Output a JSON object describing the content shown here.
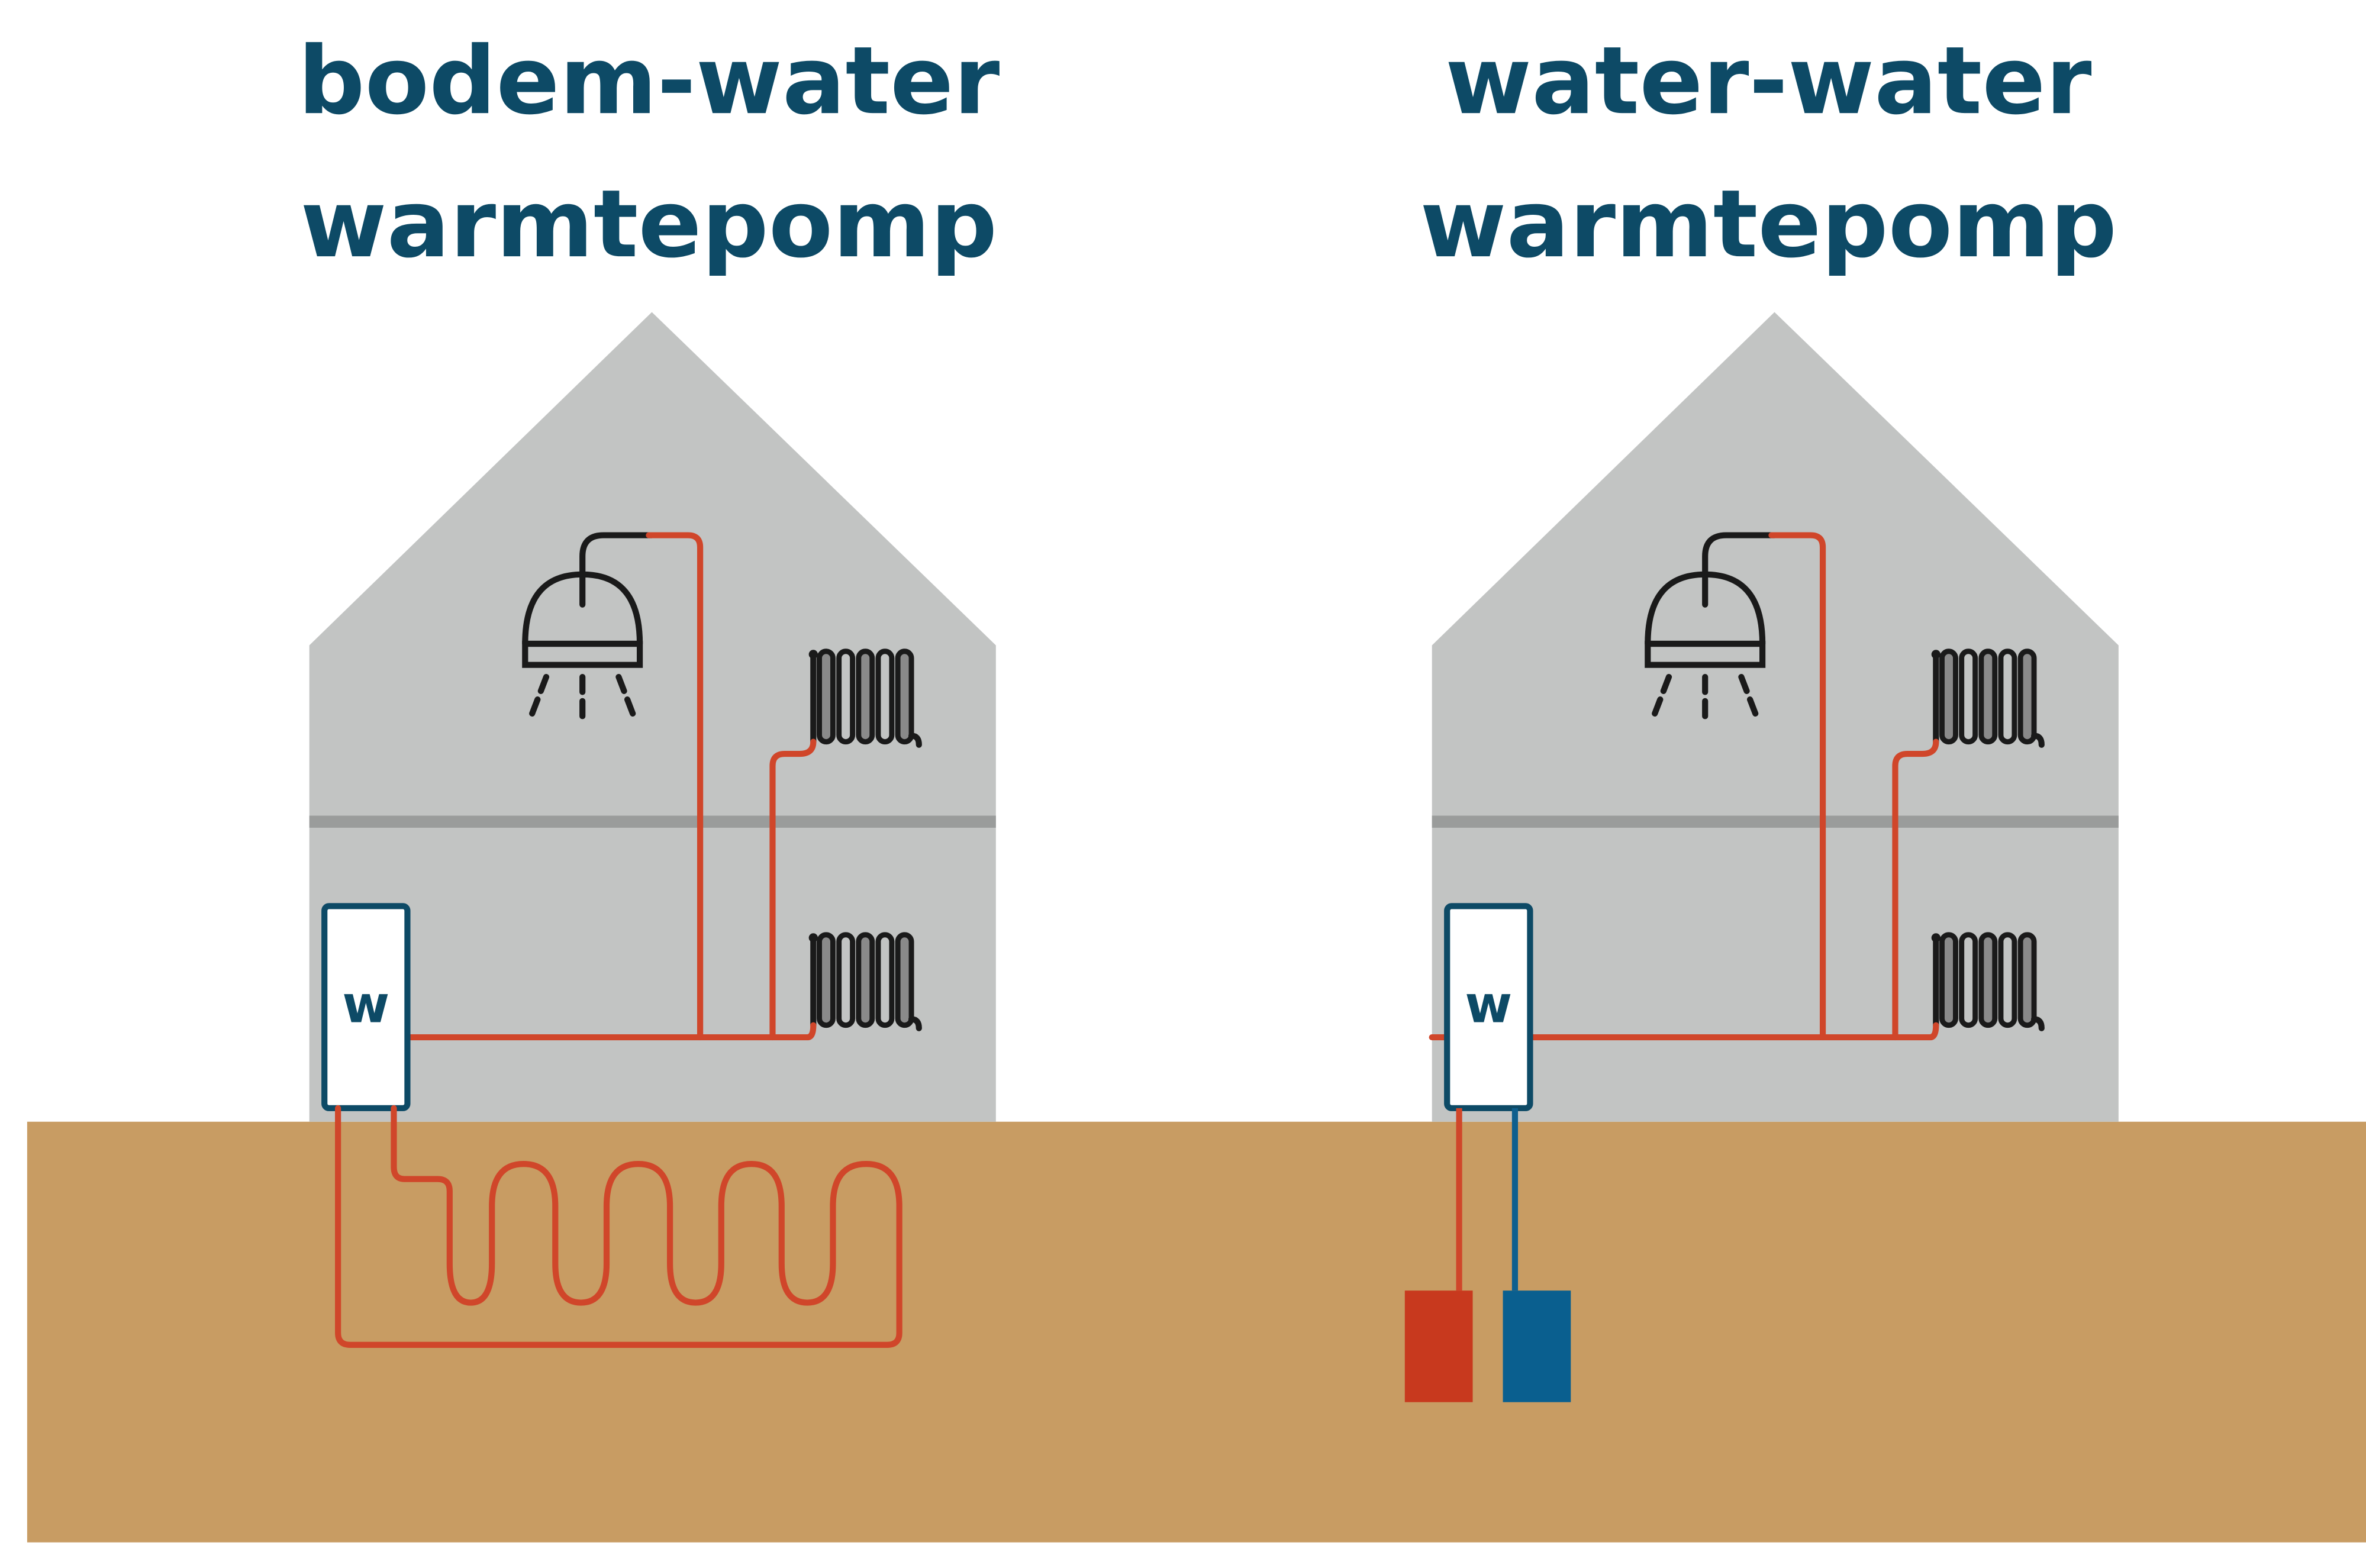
{
  "colors": {
    "title": "#0d4a66",
    "house": "#c2c4c3",
    "floor_line": "#9a9c9b",
    "ground": "#c89c63",
    "pipe_hot": "#d0462a",
    "pipe_cold": "#0e5f8e",
    "unit_border": "#0d4a66",
    "unit_fill": "#ffffff",
    "fixture": "#1a1a1a",
    "radiator_fill": "#8a8a8a",
    "well_hot": "#c8391e",
    "well_cold": "#0a5f8f"
  },
  "panels": [
    {
      "id": "bodem-water",
      "title_line1": "bodem-water",
      "title_line2": "warmtepomp",
      "unit_label": "w",
      "source": "ground-loop"
    },
    {
      "id": "water-water",
      "title_line1": "water-water",
      "title_line2": "warmtepomp",
      "unit_label": "w",
      "source": "groundwater-wells"
    }
  ]
}
